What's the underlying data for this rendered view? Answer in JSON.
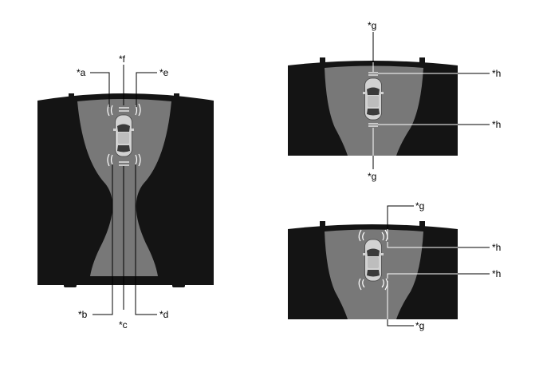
{
  "diagram": {
    "left_panel": {
      "labels": {
        "a": "*a",
        "b": "*b",
        "c": "*c",
        "d": "*d",
        "e": "*e",
        "f": "*f"
      }
    },
    "top_right_panel": {
      "labels": {
        "g_top": "*g",
        "g_bottom": "*g",
        "h_top": "*h",
        "h_bottom": "*h"
      }
    },
    "bottom_right_panel": {
      "labels": {
        "g_top": "*g",
        "g_bottom": "*g",
        "h_top": "*h",
        "h_bottom": "*h"
      }
    }
  },
  "colors": {
    "background": "#ffffff",
    "view_dark": "#141414",
    "detection_area": "#787878",
    "vehicle_body": "#d2d2d2",
    "leader_line": "#000000"
  }
}
